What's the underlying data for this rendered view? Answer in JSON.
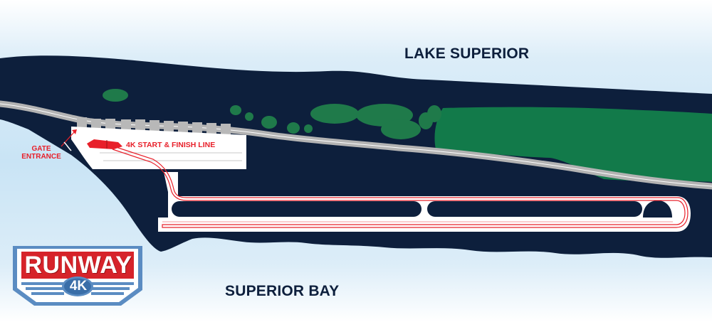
{
  "labels": {
    "lake": "LAKE SUPERIOR",
    "bay": "SUPERIOR BAY",
    "gate_line1": "GATE",
    "gate_line2": "ENTRANCE",
    "start_finish": "4K START & FINISH LINE"
  },
  "logo": {
    "title": "RUNWAY",
    "badge": "4K"
  },
  "colors": {
    "water_light": "#d9edf9",
    "land": "#0d1f3c",
    "road": "#b3b3b3",
    "park_green": "#127a4a",
    "trees_green": "#1f7a4a",
    "runway": "#ffffff",
    "route_red": "#e8202a",
    "logo_blue": "#5b8cc2",
    "logo_red": "#d6232a"
  },
  "icons": [
    "start-finish-marker-icon",
    "gate-arrow-icon",
    "runway-4k-logo"
  ]
}
